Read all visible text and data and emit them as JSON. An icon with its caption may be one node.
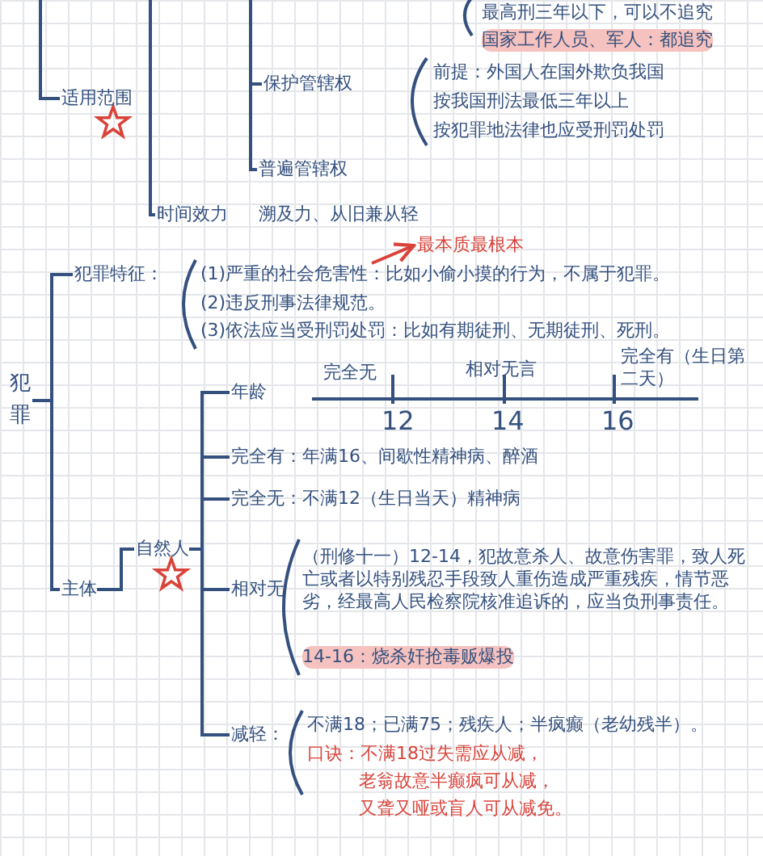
{
  "diagram": {
    "nodes": [
      {
        "text": [
          "适用范围"
        ]
      },
      {
        "text": [
          "保护管辖权"
        ],
        "beside": [
          "前提：外国人在国外欺负我国",
          "按我国刑法最低三年以上",
          "按犯罪地法律也应受刑罚处罚"
        ]
      },
      {
        "text": [
          "普遍管辖权"
        ]
      },
      {
        "text": [
          "时间效力"
        ]
      },
      {
        "text": [
          "犯罪"
        ]
      },
      {
        "text": [
          "犯罪特征："
        ]
      },
      {
        "text": [
          "(1)严重的社会危害性：比如小偷小摸的行为，不属于犯罪。"
        ]
      },
      {
        "text": [
          "(2)违反刑事法律规范。"
        ]
      },
      {
        "text": [
          "(3)依法应当受刑罚处罚：比如有期徒刑、无期徒刑、死刑。"
        ]
      },
      {
        "text": [
          "最本质最根本"
        ]
      },
      {
        "text": [
          "主体"
        ]
      },
      {
        "text": [
          "自然人"
        ]
      },
      {
        "text": [
          "年龄"
        ]
      },
      {
        "text": [
          "完全有：年满16、间歇性精神病、醉酒"
        ]
      },
      {
        "text": [
          "完全无：不满12（生日当天）精神病"
        ]
      },
      {
        "text": [
          "相对无"
        ],
        "beside": [
          "（刑修十一）12-14，犯故意杀人、故意伤害罪，致人死亡或者以特别残忍手段致人重伤造成严重残疾，情节恶劣，经最高人民检察院核准追诉的，应当负刑事责任。",
          "14-16：烧杀奸抢毒贩爆投"
        ]
      },
      {
        "text": [
          "减轻："
        ],
        "beside": [
          "不满18；已满75；残疾人；半疯癫（老幼残半）。",
          "口诀：不满18过失需应从减，",
          "老翁故意半癫疯可从减，",
          "又聋又哑或盲人可从减免。"
        ]
      }
    ],
    "edges": [
      {
        "from": null,
        "to": 0,
        "arrow": "none"
      },
      {
        "from": null,
        "to": 1,
        "arrow": "none"
      },
      {
        "from": null,
        "to": 2,
        "arrow": "none"
      },
      {
        "from": null,
        "to": 3,
        "arrow": "none"
      },
      {
        "from": 4,
        "to": 5,
        "arrow": "none"
      },
      {
        "from": 4,
        "to": 10,
        "arrow": "none"
      },
      {
        "from": 10,
        "to": 11,
        "arrow": "none"
      },
      {
        "from": 11,
        "to": 12,
        "arrow": "none"
      },
      {
        "from": 11,
        "to": 13,
        "arrow": "none"
      },
      {
        "from": 11,
        "to": 14,
        "arrow": "none"
      },
      {
        "from": 11,
        "to": 15,
        "arrow": "none"
      },
      {
        "from": 11,
        "to": 16,
        "arrow": "none"
      },
      {
        "from": 6,
        "to": 9,
        "arrow": "to",
        "color": "#d9433a"
      }
    ],
    "labels": [
      "最高刑三年以下，可以不追究",
      "国家工作人员、军人：都追究",
      "溯及力、从旧兼从轻",
      "完全无",
      "相对无言",
      "完全有（生日第二天）",
      "12",
      "14",
      "16"
    ]
  }
}
